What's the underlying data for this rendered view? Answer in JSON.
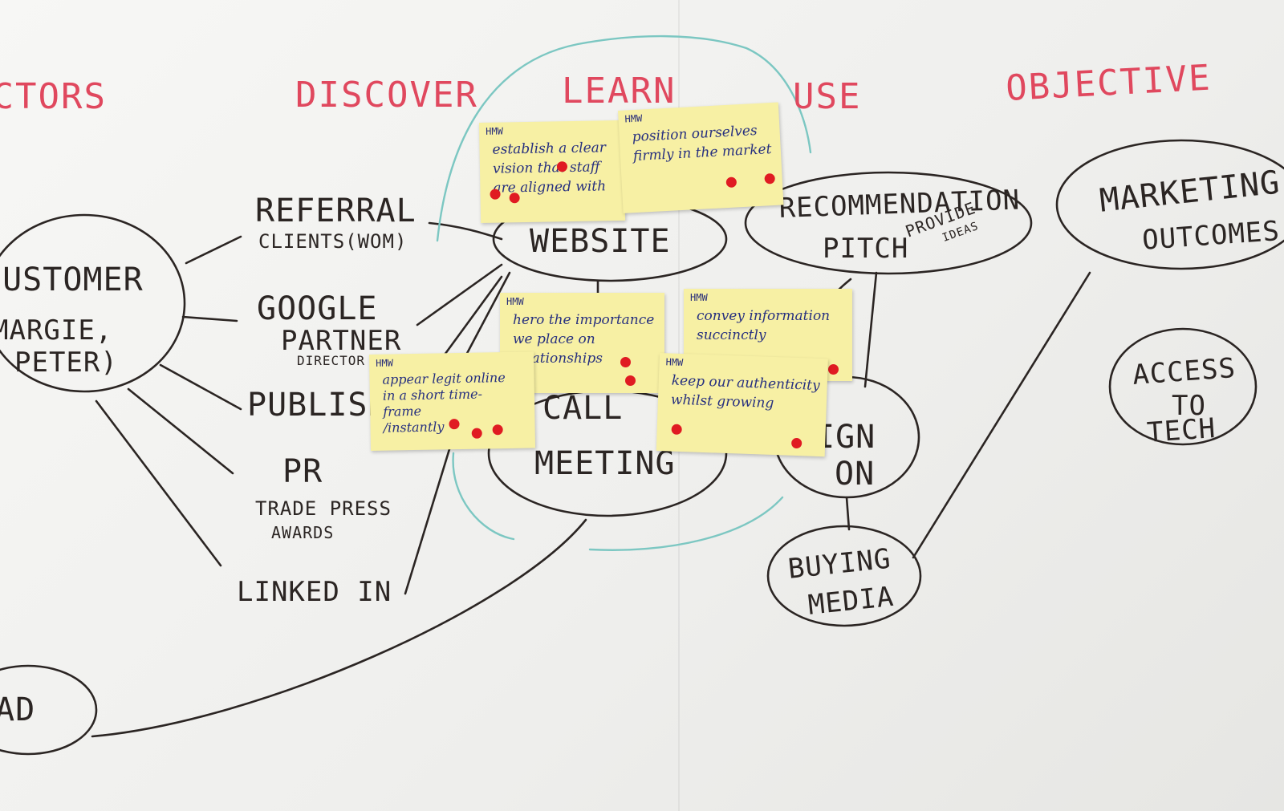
{
  "board": {
    "headers": {
      "actors": "ACTORS",
      "discover": "DISCOVER",
      "learn": "LEARN",
      "use": "USE",
      "objective": "OBJECTIVE"
    },
    "customer": {
      "title": "CUSTOMER",
      "names_line1": "MARGIE,",
      "names_line2": "PETER)"
    },
    "discover": {
      "referral": "REFERRAL",
      "referral_sub": "CLIENTS(WOM)",
      "google": "GOOGLE",
      "google_partner": "PARTNER",
      "google_director": "DIRECTOR",
      "publisher": "PUBLISHE",
      "pr": "PR",
      "pr_sub1": "TRADE PRESS",
      "pr_sub2": "AWARDS",
      "linkedin": "LINKED IN"
    },
    "learn": {
      "website": "WEBSITE",
      "call": "CALL",
      "meeting": "MEETING"
    },
    "use": {
      "recommendation": "RECOMMENDATION",
      "pitch": "PITCH",
      "provide_ideas_1": "PROVIDE",
      "provide_ideas_2": "IDEAS",
      "sign_on_1": "IGN",
      "sign_on_2": "ON",
      "buying_media_1": "BUYING",
      "buying_media_2": "MEDIA"
    },
    "objective": {
      "marketing_1": "MARKETING",
      "marketing_2": "OUTCOMES",
      "access_1": "ACCESS",
      "access_2": "TO",
      "access_3": "TECH"
    },
    "bottom_left": "AD",
    "marker_colors": {
      "header": "#e0485e",
      "ink": "#2b2523",
      "teal": "#7cc7c2",
      "note": "#f7f0a4",
      "dot": "#e01b22",
      "note_ink": "#27307f"
    }
  },
  "sticky_notes": [
    {
      "tag": "HMW",
      "text": "establish a clear\nvision that staff\nare aligned with",
      "votes": 3
    },
    {
      "tag": "HMW",
      "text": "position ourselves\nfirmly in the market",
      "votes": 2
    },
    {
      "tag": "HMW",
      "text": "hero the importance\nwe place on\nrelationships",
      "votes": 2
    },
    {
      "tag": "HMW",
      "text": "convey information\nsuccinctly",
      "votes": 1
    },
    {
      "tag": "HMW",
      "text": "appear legit online\nin a short time-\nframe\n/instantly",
      "votes": 3
    },
    {
      "tag": "HMW",
      "text": "keep our authenticity\nwhilst growing",
      "votes": 2
    }
  ]
}
